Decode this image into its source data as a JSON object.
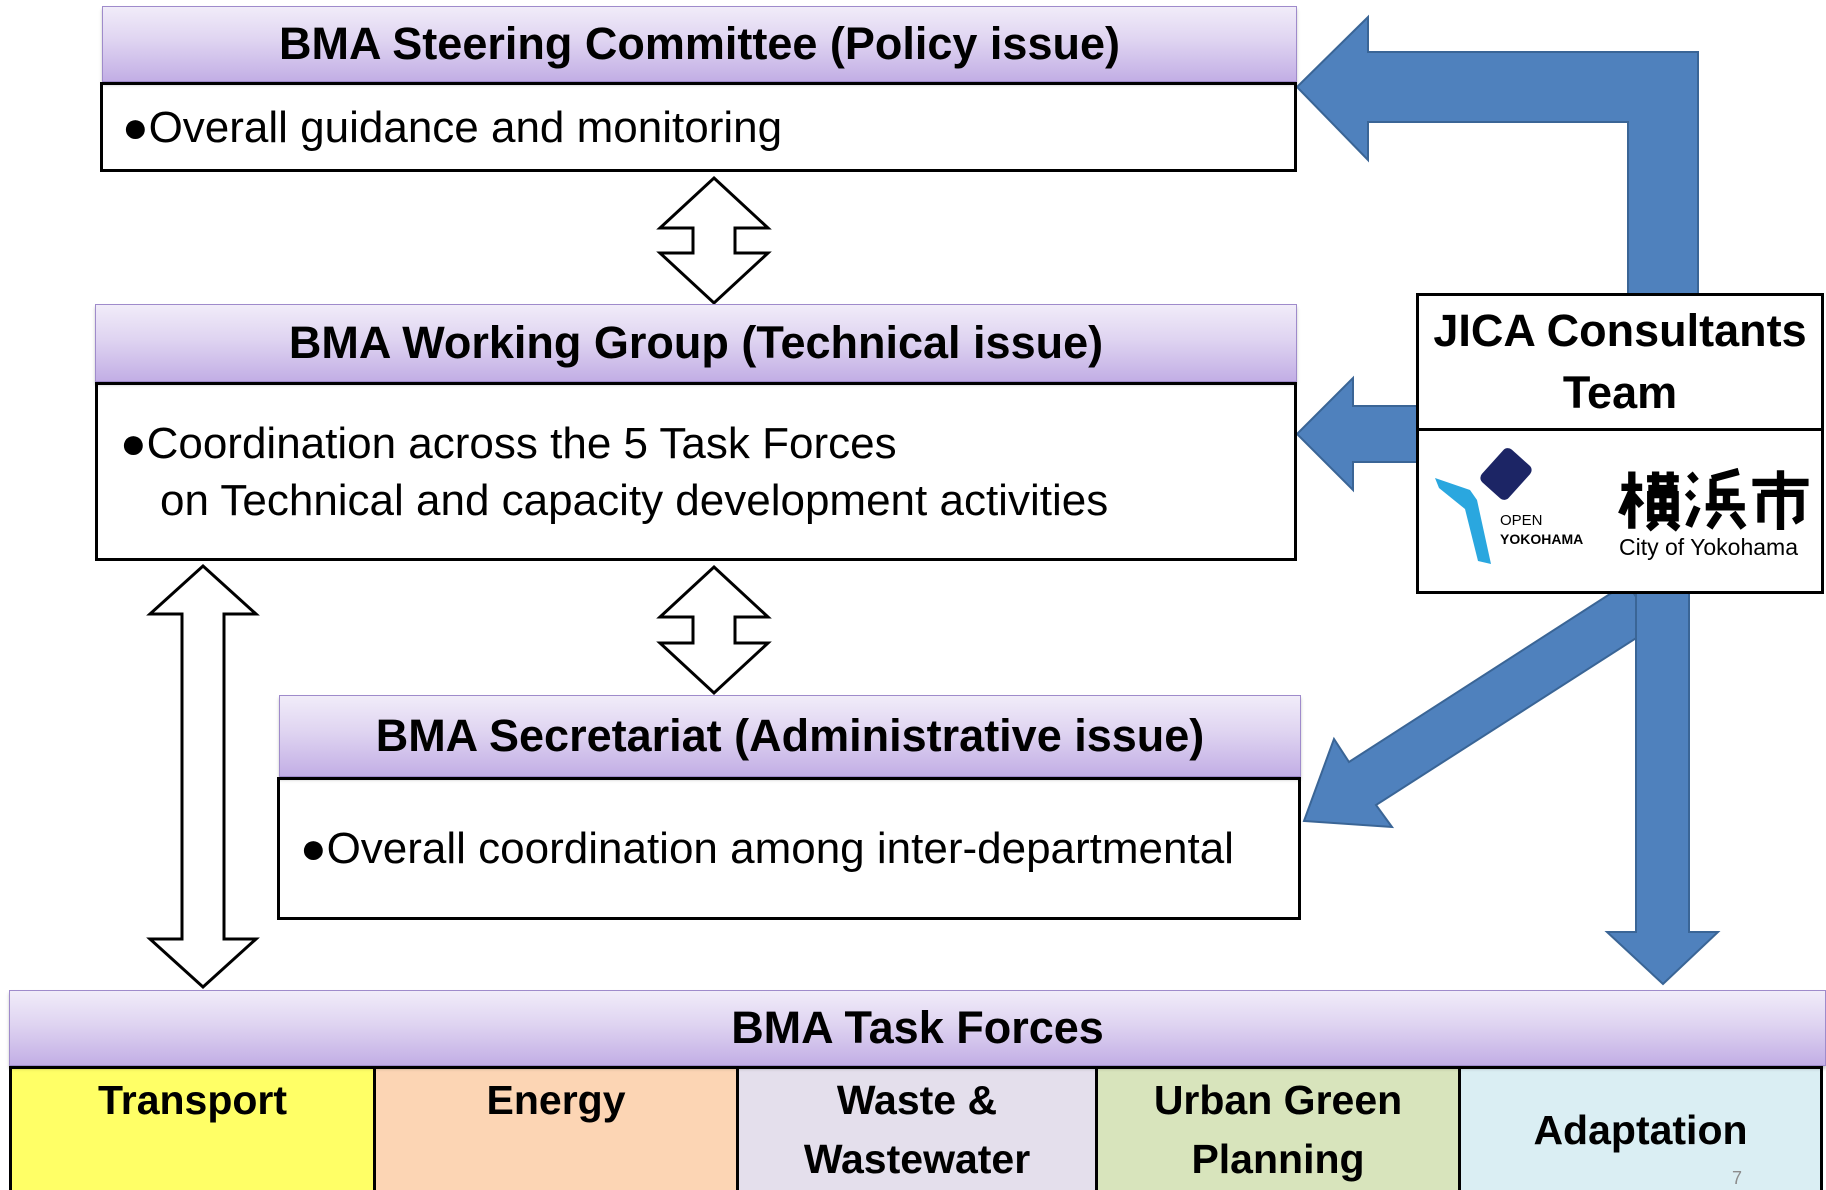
{
  "steering_committee": {
    "title": "BMA Steering Committee (Policy issue)",
    "text": "●Overall guidance and monitoring"
  },
  "working_group": {
    "title": "BMA Working Group (Technical issue)",
    "lines": [
      "●Coordination across the 5 Task Forces",
      "on Technical and capacity development activities"
    ]
  },
  "secretariat": {
    "title": "BMA Secretariat (Administrative issue)",
    "text": "●Overall coordination among inter-departmental"
  },
  "jica_team": {
    "title_lines": [
      "JICA Consultants",
      "Team"
    ],
    "logos": {
      "open_yokohama": {
        "line1": "OPEN",
        "line2": "YOKOHAMA"
      },
      "city_of_yokohama": {
        "kanji": "横浜市",
        "english": "City of Yokohama"
      }
    }
  },
  "task_forces": {
    "title": "BMA Task Forces",
    "items": [
      {
        "lines": [
          "Transport"
        ],
        "color": "#FFFF66"
      },
      {
        "lines": [
          "Energy"
        ],
        "color": "#FCD5B4"
      },
      {
        "lines": [
          "Waste &",
          "Wastewater"
        ],
        "color": "#E4DFEC"
      },
      {
        "lines": [
          "Urban Green",
          "Planning"
        ],
        "color": "#D8E4BC"
      },
      {
        "lines": [
          "Adaptation"
        ],
        "color": "#DAEEF3"
      }
    ]
  },
  "slide_number": "7",
  "colors": {
    "jica_arrow_fill": "#4F81BD",
    "jica_arrow_outline": "#3A6596",
    "logo_navy": "#1C2565",
    "logo_cyan": "#2AA7DF"
  }
}
